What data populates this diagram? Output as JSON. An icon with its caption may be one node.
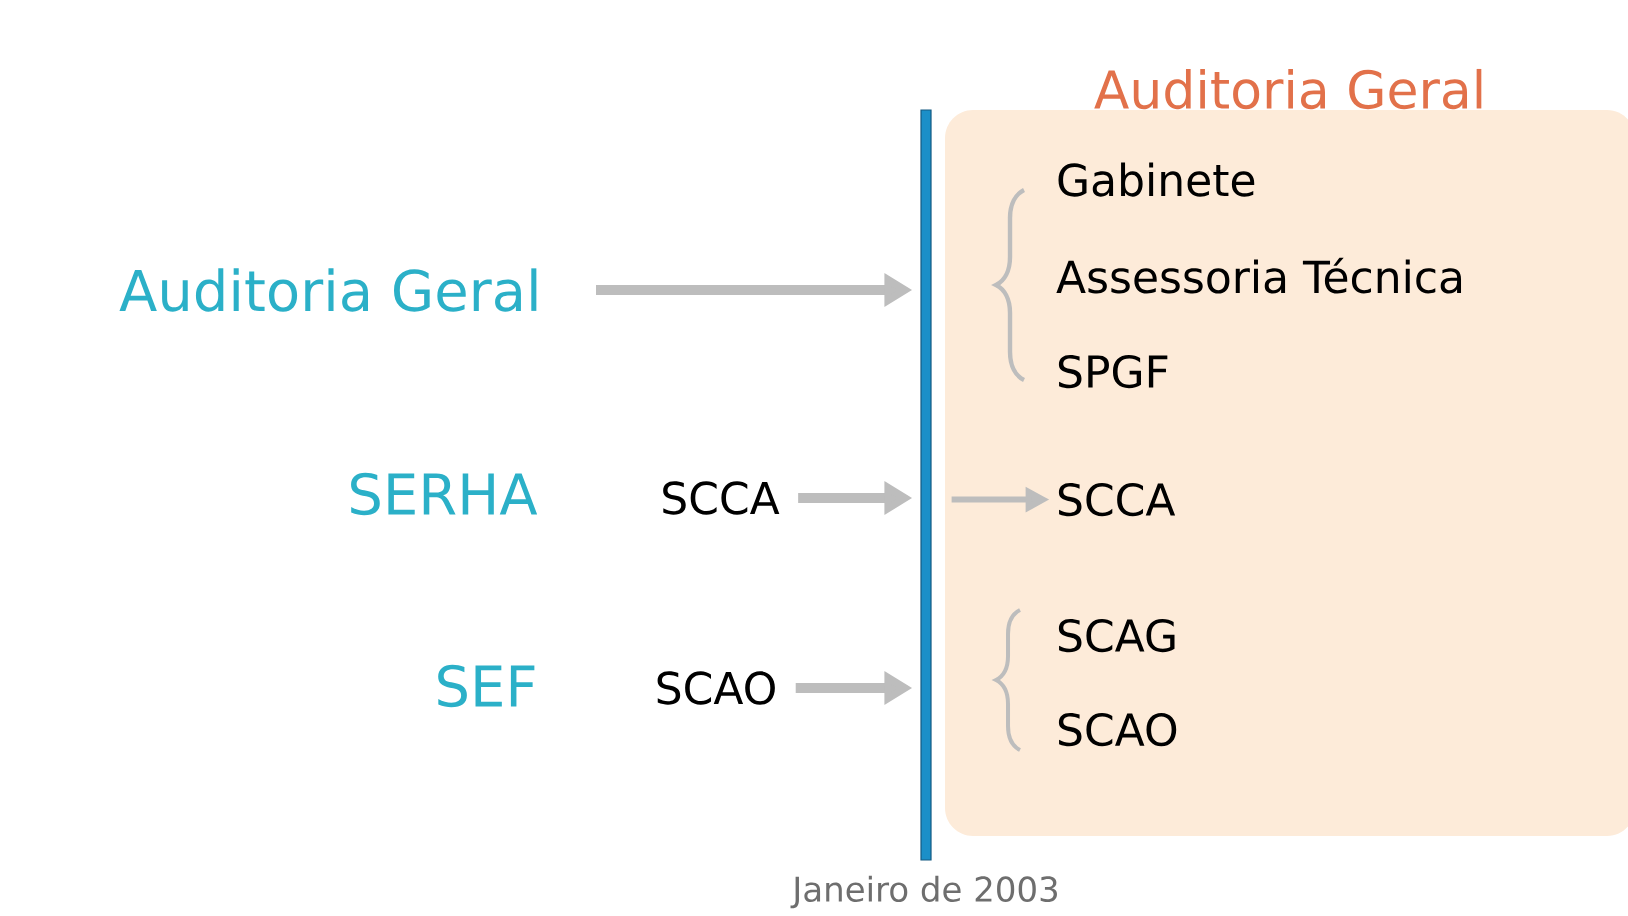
{
  "diagram": {
    "caption": "Janeiro de 2003",
    "nodes": [
      {
        "text": [
          "Auditoria Geral"
        ]
      },
      {
        "text": [
          "SERHA"
        ]
      },
      {
        "text": [
          "SCCA"
        ]
      },
      {
        "text": [
          "SEF"
        ]
      },
      {
        "text": [
          "SCAO"
        ]
      },
      {
        "text": [],
        "shape": "bar"
      },
      {
        "text": [
          "Auditoria Geral"
        ]
      },
      {
        "text": [
          "Gabinete"
        ],
        "in": 6
      },
      {
        "text": [
          "Assessoria Técnica"
        ],
        "in": 6
      },
      {
        "text": [
          "SPGF"
        ],
        "in": 6
      },
      {
        "text": [
          "SCCA"
        ],
        "in": 6
      },
      {
        "text": [
          "SCAG"
        ],
        "in": 6
      },
      {
        "text": [
          "SCAO"
        ],
        "in": 6
      }
    ],
    "edges": [
      {
        "from": 0,
        "to": 5,
        "arrow": "to"
      },
      {
        "from": 2,
        "to": 5,
        "arrow": "to"
      },
      {
        "from": 4,
        "to": 5,
        "arrow": "to"
      },
      {
        "from": 5,
        "to": 10,
        "arrow": "to"
      }
    ]
  }
}
